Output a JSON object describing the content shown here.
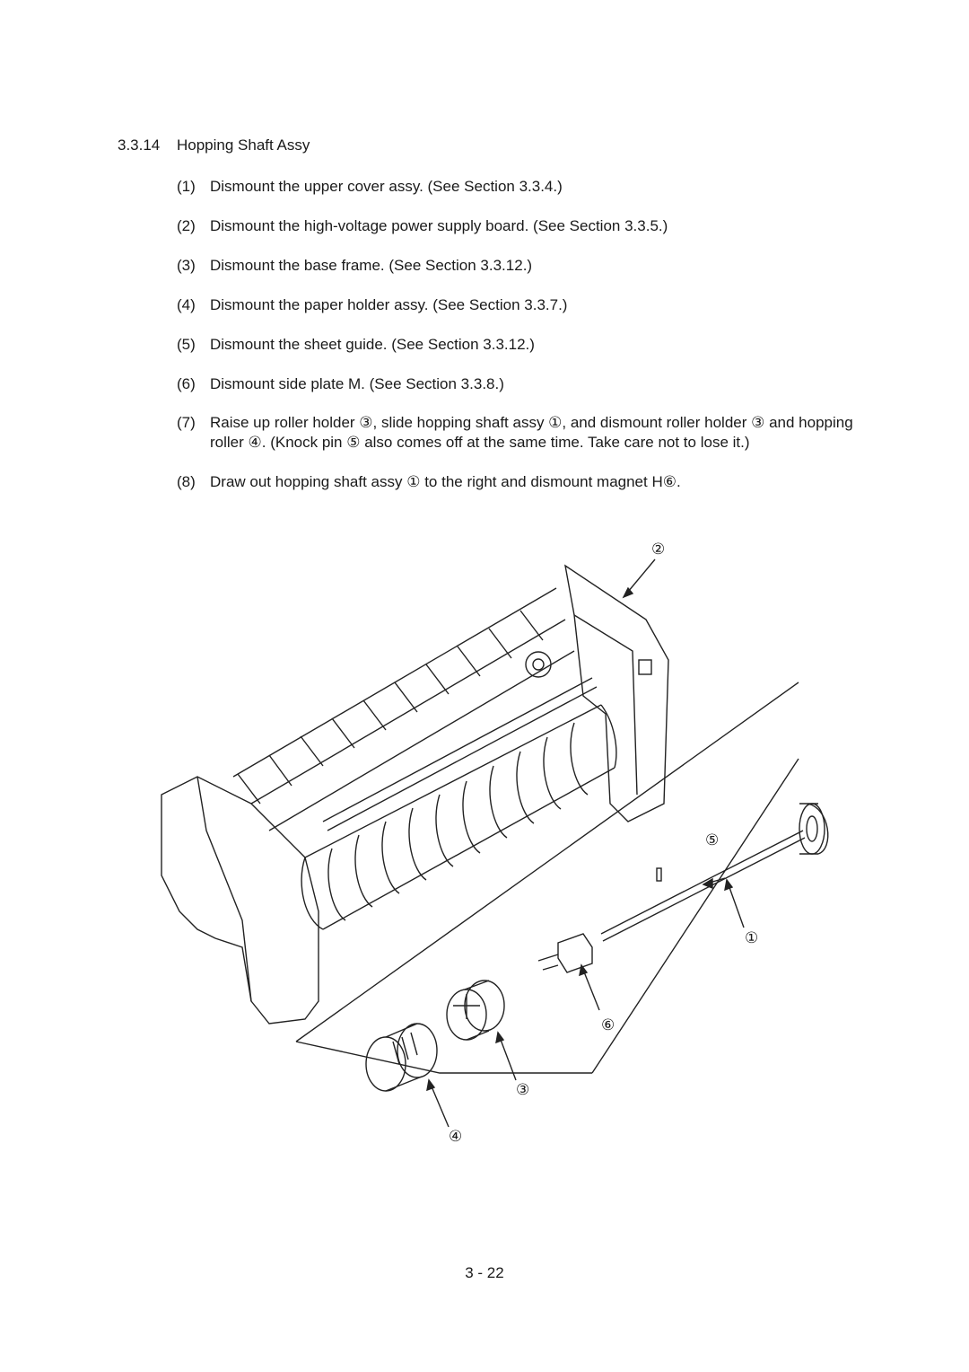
{
  "section": {
    "number": "3.3.14",
    "title": "Hopping Shaft Assy"
  },
  "steps": [
    {
      "n": "(1)",
      "text": "Dismount the upper cover assy.  (See Section 3.3.4.)"
    },
    {
      "n": "(2)",
      "text": "Dismount the high-voltage power supply board.  (See Section 3.3.5.)"
    },
    {
      "n": "(3)",
      "text": "Dismount the base frame.  (See Section 3.3.12.)"
    },
    {
      "n": "(4)",
      "text": "Dismount the paper holder assy.  (See Section 3.3.7.)"
    },
    {
      "n": "(5)",
      "text": "Dismount the sheet guide.  (See Section 3.3.12.)"
    },
    {
      "n": "(6)",
      "text": "Dismount side plate M.  (See Section 3.3.8.)"
    },
    {
      "n": "(7)",
      "text": "Raise up roller holder ③, slide hopping shaft assy ①, and dismount roller holder ③ and hopping roller ④.  (Knock pin ⑤ also comes off at the same time.  Take care not to lose it.)"
    },
    {
      "n": "(8)",
      "text": "Draw out hopping shaft assy ① to the right and dismount magnet H⑥."
    }
  ],
  "callouts": {
    "c1": "①",
    "c2": "②",
    "c3": "③",
    "c4": "④",
    "c5": "⑤",
    "c6": "⑥"
  },
  "page_number": "3 - 22"
}
